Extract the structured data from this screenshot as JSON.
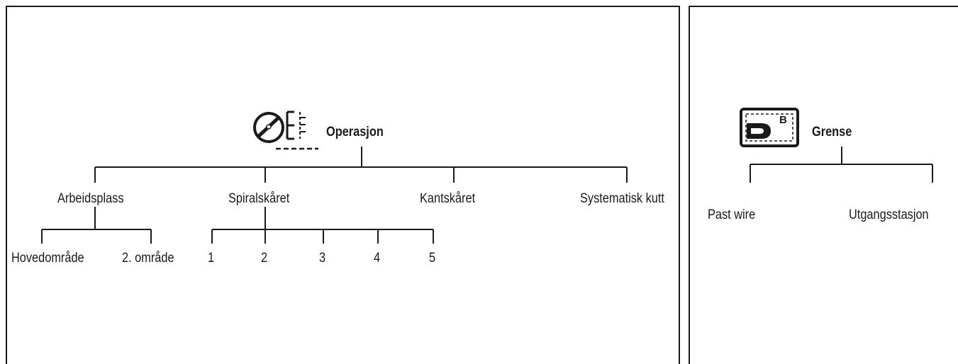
{
  "operasjon": {
    "title": "Operasjon",
    "icon": "blade-menu-icon",
    "branches": [
      {
        "label": "Arbeidsplass",
        "children": [
          "Hovedområde",
          "2. område"
        ]
      },
      {
        "label": "Spiralskåret",
        "children": [
          "1",
          "2",
          "3",
          "4",
          "5"
        ]
      },
      {
        "label": "Kantskåret",
        "children": []
      },
      {
        "label": "Systematisk kutt",
        "children": []
      }
    ]
  },
  "grense": {
    "title": "Grense",
    "icon": "mower-boundary-icon",
    "icon_letter": "B",
    "branches": [
      {
        "label": "Past wire"
      },
      {
        "label": "Utgangsstasjon"
      }
    ]
  }
}
